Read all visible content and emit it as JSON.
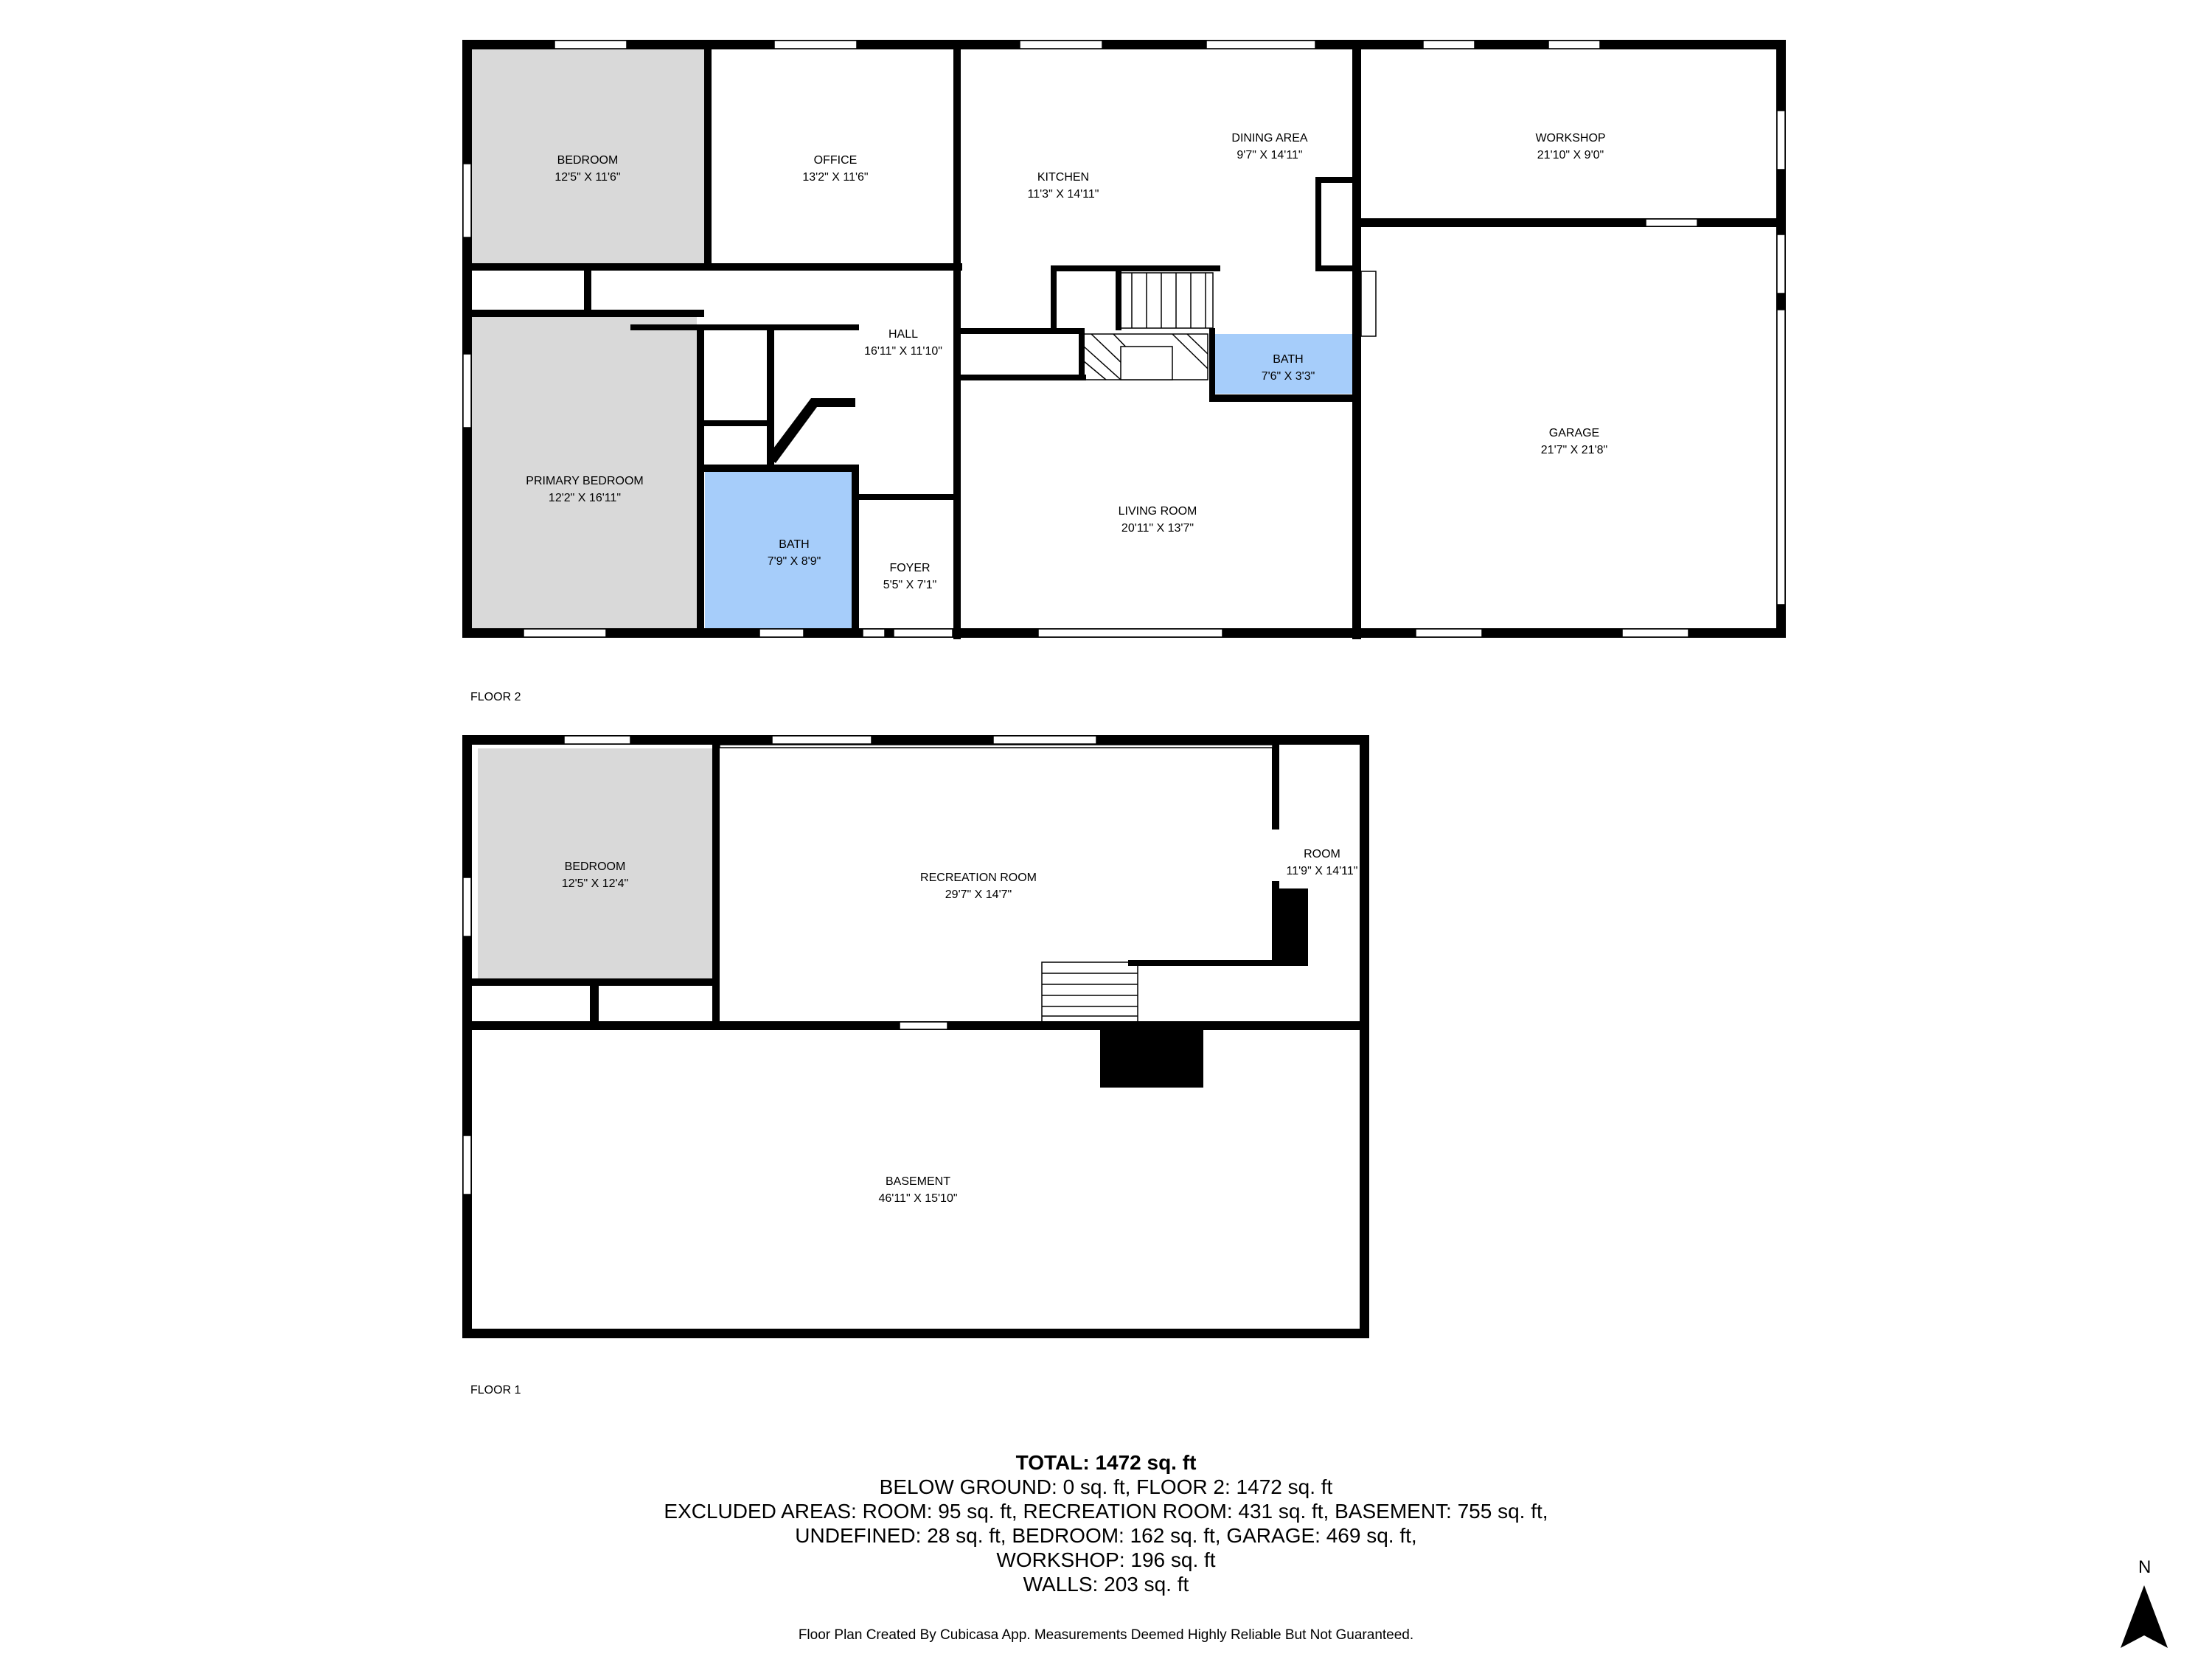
{
  "floors": [
    {
      "label": "FLOOR 2",
      "rooms": [
        {
          "name": "BEDROOM",
          "dims": "12'5\" X 11'6\""
        },
        {
          "name": "OFFICE",
          "dims": "13'2\" X 11'6\""
        },
        {
          "name": "KITCHEN",
          "dims": "11'3\" X 14'11\""
        },
        {
          "name": "DINING AREA",
          "dims": "9'7\" X 14'11\""
        },
        {
          "name": "WORKSHOP",
          "dims": "21'10\" X 9'0\""
        },
        {
          "name": "HALL",
          "dims": "16'11\" X 11'10\""
        },
        {
          "name": "BATH",
          "dims": "7'6\" X 3'3\""
        },
        {
          "name": "PRIMARY BEDROOM",
          "dims": "12'2\" X 16'11\""
        },
        {
          "name": "BATH",
          "dims": "7'9\" X 8'9\""
        },
        {
          "name": "FOYER",
          "dims": "5'5\" X 7'1\""
        },
        {
          "name": "LIVING ROOM",
          "dims": "20'11\" X 13'7\""
        },
        {
          "name": "GARAGE",
          "dims": "21'7\" X 21'8\""
        }
      ]
    },
    {
      "label": "FLOOR 1",
      "rooms": [
        {
          "name": "BEDROOM",
          "dims": "12'5\" X 12'4\""
        },
        {
          "name": "RECREATION ROOM",
          "dims": "29'7\" X 14'7\""
        },
        {
          "name": "ROOM",
          "dims": "11'9\" X 14'11\""
        },
        {
          "name": "BASEMENT",
          "dims": "46'11\" X 15'10\""
        }
      ]
    }
  ],
  "summary": {
    "total": "TOTAL: 1472 sq. ft",
    "lines": [
      "BELOW GROUND: 0 sq. ft, FLOOR 2: 1472 sq. ft",
      "EXCLUDED AREAS: ROOM: 95 sq. ft, RECREATION ROOM: 431 sq. ft, BASEMENT: 755 sq. ft,",
      "UNDEFINED: 28 sq. ft, BEDROOM: 162 sq. ft, GARAGE: 469 sq. ft,",
      "WORKSHOP: 196 sq. ft",
      "WALLS: 203 sq. ft"
    ]
  },
  "footer": "Floor Plan Created By Cubicasa App. Measurements Deemed Highly Reliable But Not Guaranteed.",
  "compass": "N",
  "colors": {
    "wall": "#000000",
    "bedroom_fill": "#d9d9d9",
    "bath_fill": "#a6cdfa",
    "window": "#ffffff"
  }
}
